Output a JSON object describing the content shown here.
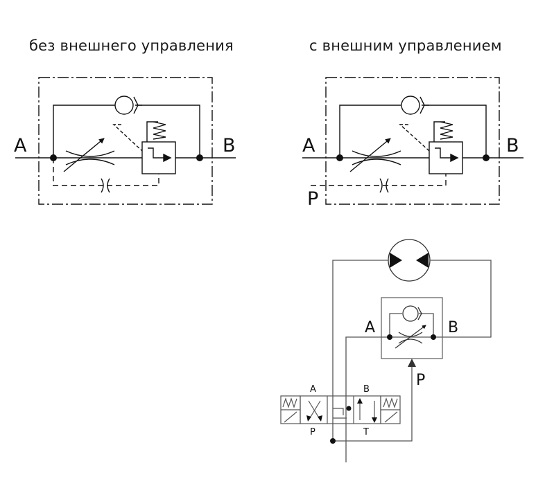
{
  "titles": {
    "left": "без внешнего управления",
    "right": "с внешним управлением"
  },
  "left_diagram": {
    "port_a": "A",
    "port_b": "B"
  },
  "right_diagram": {
    "port_a": "A",
    "port_b": "B",
    "port_p": "P"
  },
  "circuit": {
    "valve_port_a": "A",
    "valve_port_b": "B",
    "valve_port_p": "P",
    "dcv_port_a": "A",
    "dcv_port_b": "B",
    "dcv_port_p": "P",
    "dcv_port_t": "T"
  }
}
